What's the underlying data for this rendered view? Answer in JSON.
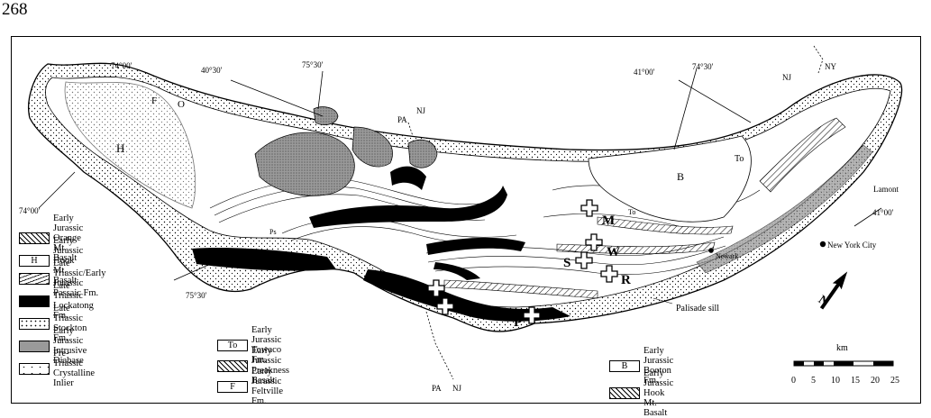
{
  "page_number": "268",
  "map": {
    "coords": {
      "c1": "74°00'",
      "c2": "40°30'",
      "c3": "75°30'",
      "c4": "41°00'",
      "c5": "74°30'",
      "c6": "74°00'",
      "c7": "75°30'",
      "c8": "41°00'"
    },
    "states": {
      "pa1": "PA",
      "nj1": "NJ",
      "nj2": "NJ",
      "ny": "NY",
      "pa2": "PA",
      "nj3": "NJ"
    },
    "letters": {
      "f": "F",
      "o": "O",
      "h": "H",
      "b": "B",
      "to": "To",
      "to2": "To",
      "ps": "Ps"
    },
    "sites": {
      "m": "M",
      "w": "W",
      "s": "S",
      "r": "R",
      "t": "T",
      "n": "N",
      "p": "P"
    },
    "places": {
      "lamont": "Lamont",
      "newark": "Newark",
      "nyc": "New York City",
      "palisade": "Palisade sill"
    }
  },
  "legend_left": [
    {
      "line1": "Early Jurassic",
      "line2": "Orange Mt. Basalt",
      "swatch": "hatch",
      "symbol": ""
    },
    {
      "line1": "Early Jurassic",
      "line2": "Hook Mt. Basalt",
      "swatch": "text",
      "symbol": "H"
    },
    {
      "line1": "Late Triassic/Early",
      "line2": "Jurassic Passaic Fm.",
      "swatch": "lines",
      "symbol": ""
    },
    {
      "line1": "Late Triassic",
      "line2": "Lockatong Fm.",
      "swatch": "black",
      "symbol": ""
    },
    {
      "line1": "Late Triassic",
      "line2": "Stockton Fm.",
      "swatch": "dots",
      "symbol": ""
    },
    {
      "line1": "Early Jurassic",
      "line2": "Intrusive Diabase",
      "swatch": "gray",
      "symbol": ""
    },
    {
      "line1": "Pre-Triassic",
      "line2": "Crystalline Inlier",
      "swatch": "sparse",
      "symbol": ""
    }
  ],
  "legend_mid": [
    {
      "line1": "Early Jurassic",
      "line2": "Towaco Fm.",
      "swatch": "text",
      "symbol": "To"
    },
    {
      "line1": "Early Jurassic",
      "line2": "Preakness Basalt",
      "swatch": "hatch",
      "symbol": ""
    },
    {
      "line1": "Early Jurassic",
      "line2": "Feltville Fm.",
      "swatch": "text",
      "symbol": "F"
    }
  ],
  "legend_right": [
    {
      "line1": "Early Jurassic",
      "line2": "Booton Fm.",
      "swatch": "text",
      "symbol": "B"
    },
    {
      "line1": "Early Jurassic",
      "line2": "Hook Mt. Basalt",
      "swatch": "hatch",
      "symbol": ""
    }
  ],
  "scale": {
    "unit": "km",
    "ticks": [
      "0",
      "5",
      "10",
      "15",
      "20",
      "25"
    ]
  },
  "north_arrow": {
    "label": "N"
  }
}
